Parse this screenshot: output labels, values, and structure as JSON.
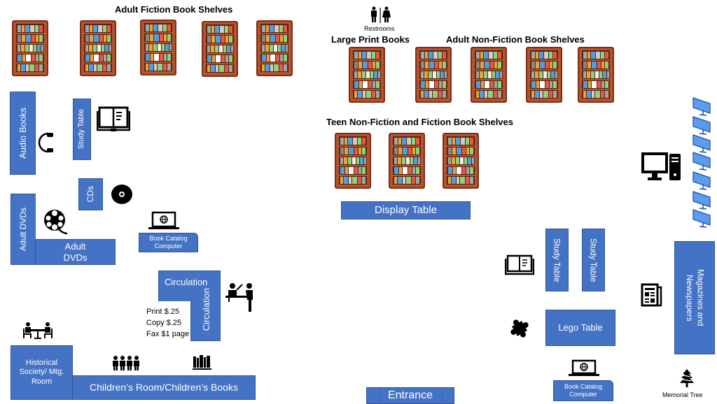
{
  "title": "Library Floor Plan",
  "colors": {
    "table_blue": "#4472c4",
    "shelf_wood": "#b5532e",
    "monitor_blue": "#5b9bf0"
  },
  "headings": {
    "adult_fiction": "Adult Fiction Book Shelves",
    "large_print": "Large Print Books",
    "adult_nonfiction": "Adult Non-Fiction Book Shelves",
    "teen": "Teen Non-Fiction and Fiction Book Shelves"
  },
  "restrooms_label": "Restrooms",
  "shelf_counts": {
    "adult_fiction": 5,
    "large_print": 1,
    "adult_nonfiction": 4,
    "teen": 3
  },
  "areas": {
    "audio_books": "Audio Books",
    "study_table_left": "Study Table",
    "cds": "CDs",
    "adult_dvds_vertical": "Adult DVDs",
    "adult_dvds_horizontal_1": "Adult",
    "adult_dvds_horizontal_2": "DVDs",
    "book_catalog_left_1": "Book Catalog",
    "book_catalog_left_2": "Computer",
    "circulation_horizontal": "Circulation",
    "circulation_vertical": "Circulation",
    "historical_1": "Historical",
    "historical_2": "Society/ Mtg.",
    "historical_3": "Room",
    "childrens": "Children’s Room/Children’s Books",
    "display_table": "Display Table",
    "study_table_right_1": "Study Table",
    "study_table_right_2": "Study Table",
    "lego_table": "Lego Table",
    "magazines_1": "Magazines and",
    "magazines_2": "Newspapers",
    "book_catalog_right_1": "Book Catalog",
    "book_catalog_right_2": "Computer",
    "entrance": "Entrance"
  },
  "prices": [
    "Print $.25",
    "Copy $.25",
    "Fax $1 page"
  ],
  "memorial_tree_label": "Memorial Tree",
  "public_computer_count": 7
}
